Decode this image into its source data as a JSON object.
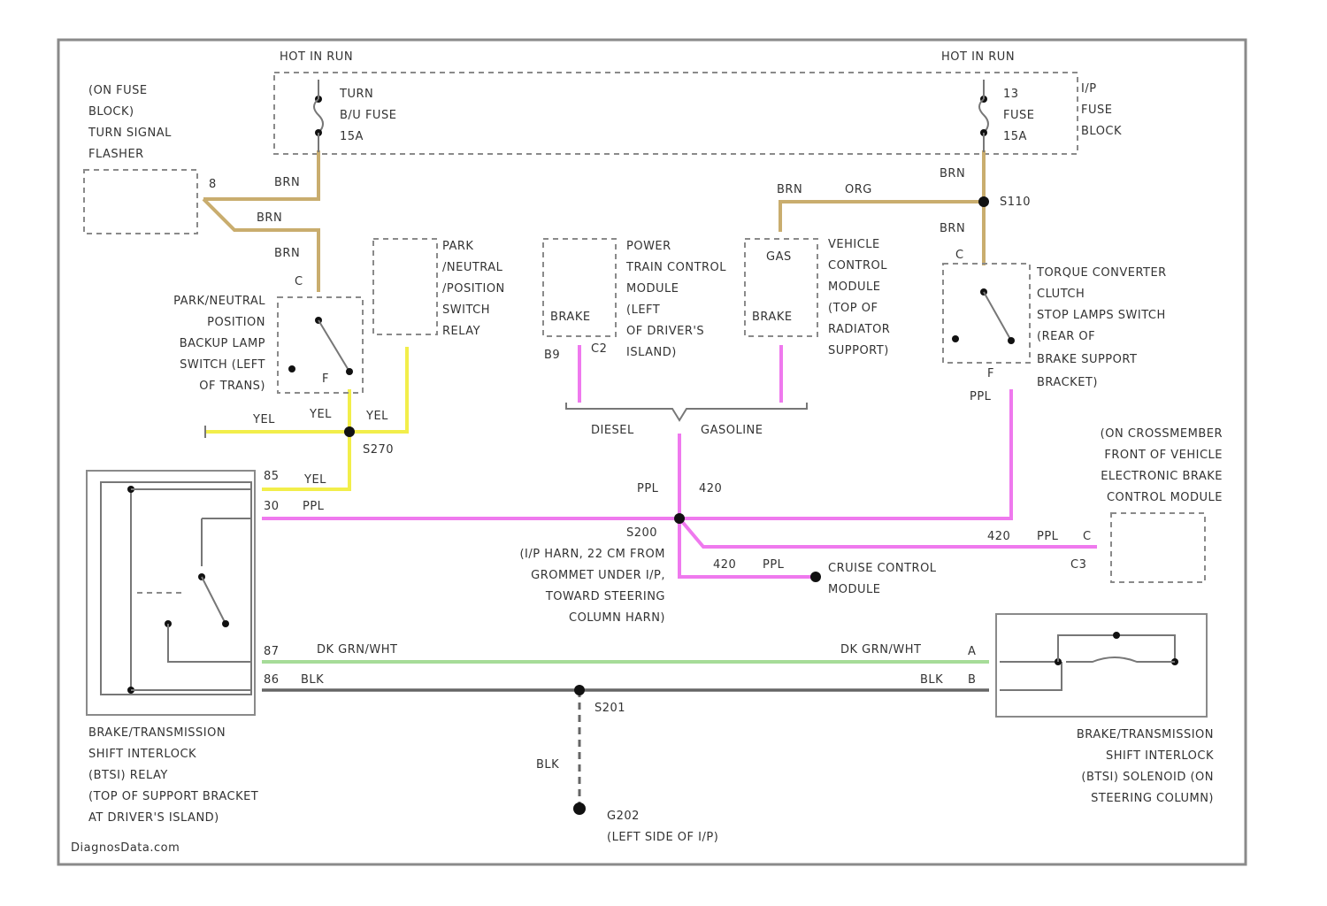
{
  "hot_left": "HOT IN RUN",
  "hot_right": "HOT IN RUN",
  "ip_fuse_block_label": [
    "(ON FUSE",
    "BLOCK)",
    "TURN SIGNAL",
    "FLASHER"
  ],
  "fuse_left": [
    "TURN",
    "B/U FUSE",
    "15A"
  ],
  "fuse_right": [
    "13",
    "FUSE",
    "15A"
  ],
  "ip_fuse_block_right": [
    "I/P",
    "FUSE",
    "BLOCK"
  ],
  "pin_flasher": "8",
  "brn": "BRN",
  "brn_810": "BRN",
  "org": "ORG",
  "s110": "S110",
  "park_neutral_switch": [
    "PARK/NEUTRAL",
    "POSITION",
    "BACKUP LAMP",
    "SWITCH (LEFT",
    "OF TRANS)"
  ],
  "park_neutral_relay": [
    "PARK",
    "/NEUTRAL",
    "/POSITION",
    "SWITCH",
    "RELAY"
  ],
  "pcm": [
    "POWER",
    "TRAIN CONTROL",
    "MODULE",
    "(LEFT",
    "OF DRIVER'S",
    "ISLAND)"
  ],
  "vcm": [
    "VEHICLE",
    "CONTROL",
    "MODULE",
    "(TOP OF",
    "RADIATOR",
    "SUPPORT)"
  ],
  "tcc_switch": [
    "TORQUE CONVERTER",
    "CLUTCH",
    "STOP LAMPS SWITCH",
    "(REAR OF",
    "BRAKE SUPPORT",
    "BRACKET)"
  ],
  "brake": "BRAKE",
  "brake2": "BRAKE",
  "gas": "GAS",
  "pin_b9": "B9",
  "pin_c2": "C2",
  "pin_c": "C",
  "pin_c_right": "C",
  "pin_f": "F",
  "pin_f2": "F",
  "ppl": "PPL",
  "ppl_tcc": "PPL",
  "yel_1": "YEL",
  "yel_2": "YEL",
  "yel_3": "YEL",
  "yel_4": "YEL",
  "s270": "S270",
  "diesel": "DIESEL",
  "gasoline": "GASOLINE",
  "crossmember": [
    "(ON CROSSMEMBER",
    "FRONT OF VEHICLE",
    "ELECTRONIC BRAKE",
    "CONTROL MODULE"
  ],
  "ppl_420_a": "PPL",
  "num_420_a": "420",
  "s200": "S200",
  "s200_desc": [
    "(I/P HARN, 22 CM FROM",
    "GROMMET UNDER I/P,",
    "TOWARD STEERING",
    "COLUMN HARN)"
  ],
  "num_420_b": "420",
  "ppl_420_b": "PPL",
  "pin_c_ebcm": "C",
  "conn_c3": "C3",
  "num_420_c": "420",
  "ppl_420_c": "PPL",
  "cruise": [
    "CRUISE CONTROL",
    "MODULE"
  ],
  "relay_pins": [
    "85",
    "30",
    "87",
    "86"
  ],
  "yel_relay": "YEL",
  "ppl_relay": "PPL",
  "dk_grn_wht_left": "DK GRN/WHT",
  "dk_grn_wht_right": "DK GRN/WHT",
  "blk_left": "BLK",
  "blk_right": "BLK",
  "pin_a": "A",
  "pin_b": "B",
  "s201": "S201",
  "blk_down": "BLK",
  "g202": [
    "G202",
    "(LEFT SIDE OF I/P)"
  ],
  "btsi_relay": [
    "BRAKE/TRANSMISSION",
    "SHIFT INTERLOCK",
    "(BTSI) RELAY",
    "(TOP OF SUPPORT BRACKET",
    "AT DRIVER'S ISLAND)"
  ],
  "btsi_solenoid": [
    "BRAKE/TRANSMISSION",
    "SHIFT INTERLOCK",
    "(BTSI) SOLENOID (ON",
    "STEERING COLUMN)"
  ],
  "watermark": "DiagnosData.com",
  "colors": {
    "yellow": "#f2ee4a",
    "brown": "#c9ad6e",
    "purple": "#ef79ee",
    "green": "#a6dc98",
    "black": "#666666"
  }
}
